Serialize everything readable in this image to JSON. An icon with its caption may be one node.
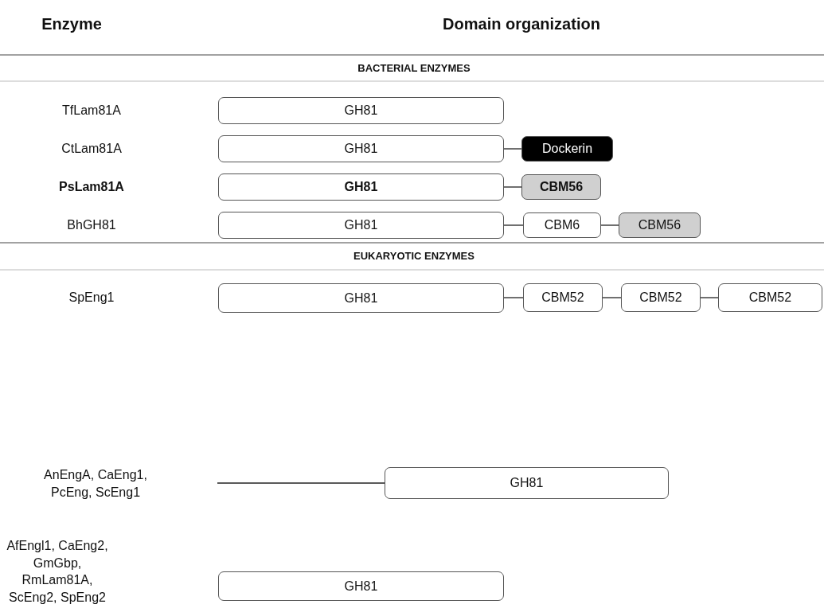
{
  "diagram": {
    "nodes": [
      {
        "text": [
          "GH81"
        ]
      },
      {
        "text": [
          "GH81"
        ]
      },
      {
        "text": [
          "Dockerin"
        ]
      },
      {
        "text": [
          "GH81"
        ]
      },
      {
        "text": [
          "CBM56"
        ]
      },
      {
        "text": [
          "GH81"
        ]
      },
      {
        "text": [
          "CBM6"
        ]
      },
      {
        "text": [
          "CBM56"
        ]
      },
      {
        "text": [
          "GH81"
        ]
      },
      {
        "text": [
          "CBM52"
        ]
      },
      {
        "text": [
          "CBM52"
        ]
      },
      {
        "text": [
          "CBM52"
        ]
      },
      {
        "text": [
          "GH81"
        ]
      },
      {
        "text": [
          "GH81"
        ]
      }
    ],
    "edges": [
      {
        "from": 1,
        "to": 2,
        "arrow": "none"
      },
      {
        "from": 3,
        "to": 4,
        "arrow": "none"
      },
      {
        "from": 5,
        "to": 6,
        "arrow": "none"
      },
      {
        "from": 6,
        "to": 7,
        "arrow": "none"
      },
      {
        "from": 8,
        "to": 9,
        "arrow": "none"
      },
      {
        "from": 9,
        "to": 10,
        "arrow": "none"
      },
      {
        "from": 10,
        "to": 11,
        "arrow": "none"
      },
      {
        "from": null,
        "to": 12,
        "arrow": "none"
      }
    ],
    "labels": [
      "Enzyme",
      "Domain organization",
      "BACTERIAL ENZYMES",
      "TfLam81A",
      "CtLam81A",
      "PsLam81A",
      "BhGH81",
      "EUKARYOTIC ENZYMES",
      "SpEng1",
      "AnEngA, CaEng1, PcEng, ScEng1",
      "AfEngl1, CaEng2, GmGbp, RmLam81A, ScEng2, SpEng2"
    ]
  }
}
